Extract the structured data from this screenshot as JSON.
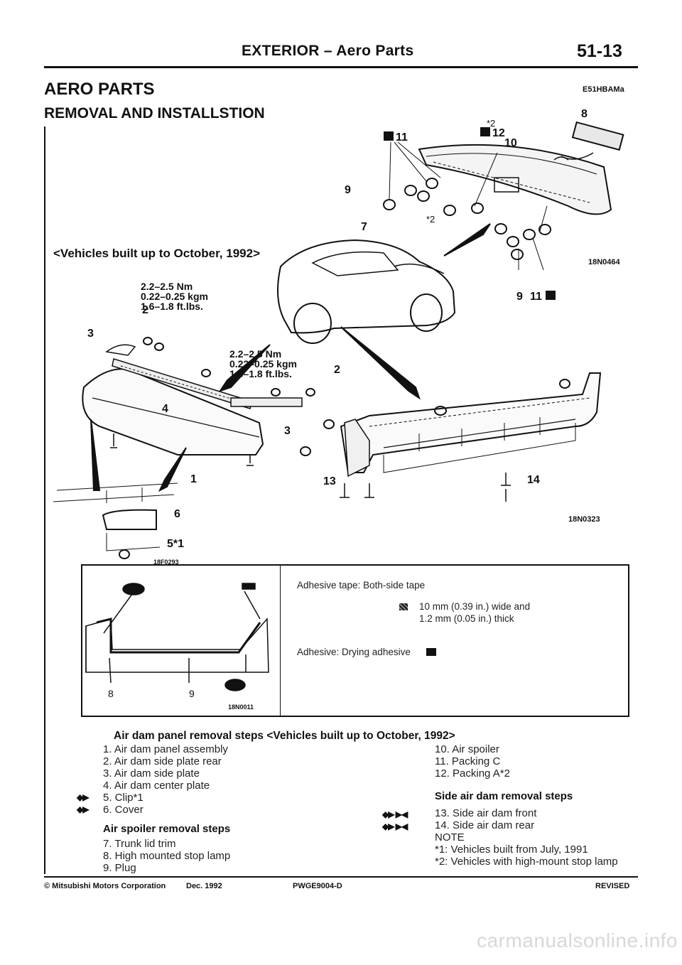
{
  "header": {
    "section": "EXTERIOR – Aero Parts",
    "page": "51-13"
  },
  "title": {
    "main": "AERO PARTS",
    "sub": "REMOVAL AND INSTALLSTION",
    "code": "E51HBAMa"
  },
  "diagram": {
    "variant_label": "<Vehicles built up to October, 1992>",
    "torque_spec_1": [
      "2.2–2.5 Nm",
      "0.22–0.25 kgm",
      "1.6–1.8 ft.lbs."
    ],
    "torque_spec_2": [
      "2.2–2.5 Nm",
      "0.22–0.25 kgm",
      "1.6–1.8 ft.lbs."
    ],
    "figure_codes": [
      "18N0464",
      "18N0323",
      "18F0293",
      "18N0011"
    ],
    "callouts": {
      "n1": "1",
      "n2": "2",
      "n3": "3",
      "n4": "4",
      "n5": "5*1",
      "n6": "6",
      "n7": "7",
      "n8": "8",
      "n9": "9",
      "n10": "10",
      "n11": "11",
      "n12": "12",
      "n13": "13",
      "n14": "14",
      "star2": "*2"
    }
  },
  "note_box": {
    "tape_label": "Adhesive tape: Both-side tape",
    "tape_spec_1": "10 mm (0.39 in.) wide and",
    "tape_spec_2": "1.2 mm (0.05 in.) thick",
    "adhesive_label": "Adhesive: Drying adhesive",
    "fig_labels": {
      "a": "8",
      "b": "9"
    }
  },
  "steps": {
    "air_dam_title": "Air dam panel removal steps <Vehicles built up to October, 1992>",
    "air_dam": [
      "1. Air dam panel assembly",
      "2. Air dam side plate rear",
      "3. Air dam side plate",
      "4. Air dam center plate",
      "5. Clip*1",
      "6. Cover"
    ],
    "air_spoiler_title": "Air spoiler removal steps",
    "air_spoiler": [
      "7. Trunk lid trim",
      "8. High mounted stop lamp",
      "9. Plug"
    ],
    "right_col": [
      "10. Air spoiler",
      "11. Packing C",
      "12. Packing A*2"
    ],
    "side_title": "Side air dam removal steps",
    "side": [
      "13. Side air dam front",
      "14. Side air dam rear"
    ],
    "note_title": "NOTE",
    "notes": [
      "*1: Vehicles built from July, 1991",
      "*2: Vehicles with high-mount stop lamp"
    ]
  },
  "footer": {
    "copyright": "© Mitsubishi Motors Corporation",
    "date": "Dec. 1992",
    "doc": "PWGE9004-D",
    "status": "REVISED"
  },
  "watermark": "carmanualsonline.info"
}
